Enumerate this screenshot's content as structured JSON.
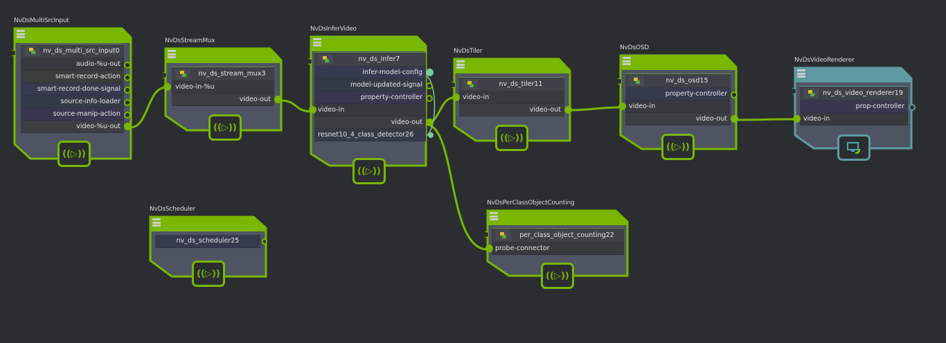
{
  "canvas": {
    "background": "#2b2e31",
    "accent": "#79b700",
    "renderer_accent": "#5f9aa2",
    "edge_color": "#79b700",
    "config_edge_color": "#7ccaa2"
  },
  "nodes": {
    "multi_src": {
      "type": "NvDsMultiSrcInput",
      "name": "nv_ds_multi_src_input0",
      "ports": [
        "audio-%u-out",
        "smart-record-action",
        "smart-record-done-signal",
        "source-info-loader",
        "source-manip-action",
        "video-%u-out"
      ],
      "footer_icon": "broadcast-icon"
    },
    "stream_mux": {
      "type": "NvDsStreamMux",
      "name": "nv_ds_stream_mux3",
      "ports": [
        "video-in-%u",
        "video-out"
      ],
      "footer_icon": "broadcast-icon"
    },
    "infer": {
      "type": "NvDsInferVideo",
      "name": "nv_ds_infer7",
      "ports": [
        "infer-model-config",
        "model-updated-signal",
        "property-controller",
        "video-in",
        "video-out",
        "resnet10_4_class_detector26"
      ],
      "footer_icon": "broadcast-icon"
    },
    "tiler": {
      "type": "NvDsTiler",
      "name": "nv_ds_tiler11",
      "ports": [
        "video-in",
        "video-out"
      ],
      "footer_icon": "broadcast-icon"
    },
    "osd": {
      "type": "NvDsOSD",
      "name": "nv_ds_osd15",
      "ports": [
        "property-controller",
        "video-in",
        "video-out"
      ],
      "footer_icon": "broadcast-icon"
    },
    "renderer": {
      "type": "NvDsVideoRenderer",
      "name": "nv_ds_video_renderer19",
      "ports": [
        "prop-controller",
        "video-in"
      ],
      "footer_icon": "monitor-icon"
    },
    "scheduler": {
      "type": "NvDsScheduler",
      "name": "nv_ds_scheduler25",
      "footer_icon": "broadcast-icon"
    },
    "counting": {
      "type": "NvDsPerClassObjectCounting",
      "name": "per_class_object_counting22",
      "ports": [
        "probe-connector"
      ],
      "footer_icon": "broadcast-icon"
    }
  },
  "edges": [
    {
      "from": "nv_ds_multi_src_input0.video-%u-out",
      "to": "nv_ds_stream_mux3.video-in-%u"
    },
    {
      "from": "nv_ds_stream_mux3.video-out",
      "to": "nv_ds_infer7.video-in"
    },
    {
      "from": "nv_ds_infer7.video-out",
      "to": "nv_ds_tiler11.video-in"
    },
    {
      "from": "nv_ds_infer7.video-out",
      "to": "per_class_object_counting22.probe-connector"
    },
    {
      "from": "nv_ds_infer7.infer-model-config",
      "to": "nv_ds_infer7.resnet10_4_class_detector26"
    },
    {
      "from": "nv_ds_tiler11.video-out",
      "to": "nv_ds_osd15.video-in"
    },
    {
      "from": "nv_ds_osd15.video-out",
      "to": "nv_ds_video_renderer19.video-in"
    }
  ],
  "icons": {
    "broadcast": "((▷))",
    "menu": "hamburger-icon",
    "component": "component-icon"
  }
}
